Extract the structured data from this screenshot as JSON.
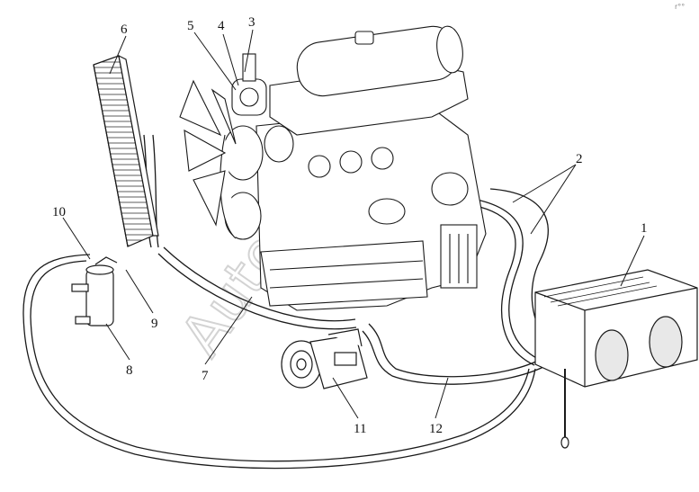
{
  "diagram": {
    "callouts": [
      {
        "id": "1",
        "label": "1"
      },
      {
        "id": "2",
        "label": "2"
      },
      {
        "id": "3",
        "label": "3"
      },
      {
        "id": "4",
        "label": "4"
      },
      {
        "id": "5",
        "label": "5"
      },
      {
        "id": "6",
        "label": "6"
      },
      {
        "id": "7",
        "label": "7"
      },
      {
        "id": "8",
        "label": "8"
      },
      {
        "id": "9",
        "label": "9"
      },
      {
        "id": "10",
        "label": "10"
      },
      {
        "id": "11",
        "label": "11"
      },
      {
        "id": "12",
        "label": "12"
      }
    ],
    "components": [
      {
        "name": "evaporator-unit",
        "callout": "1"
      },
      {
        "name": "hose-pair",
        "callout": "2"
      },
      {
        "name": "engine",
        "callout": null
      },
      {
        "name": "condenser",
        "callout": "6"
      },
      {
        "name": "receiver-drier",
        "callout": "8"
      },
      {
        "name": "compressor",
        "callout": "11"
      }
    ],
    "colors": {
      "line": "#1a1a1a",
      "watermark": "#cfcfcf"
    },
    "watermark": "AutoSoft",
    "corner_mark": "r°°"
  }
}
